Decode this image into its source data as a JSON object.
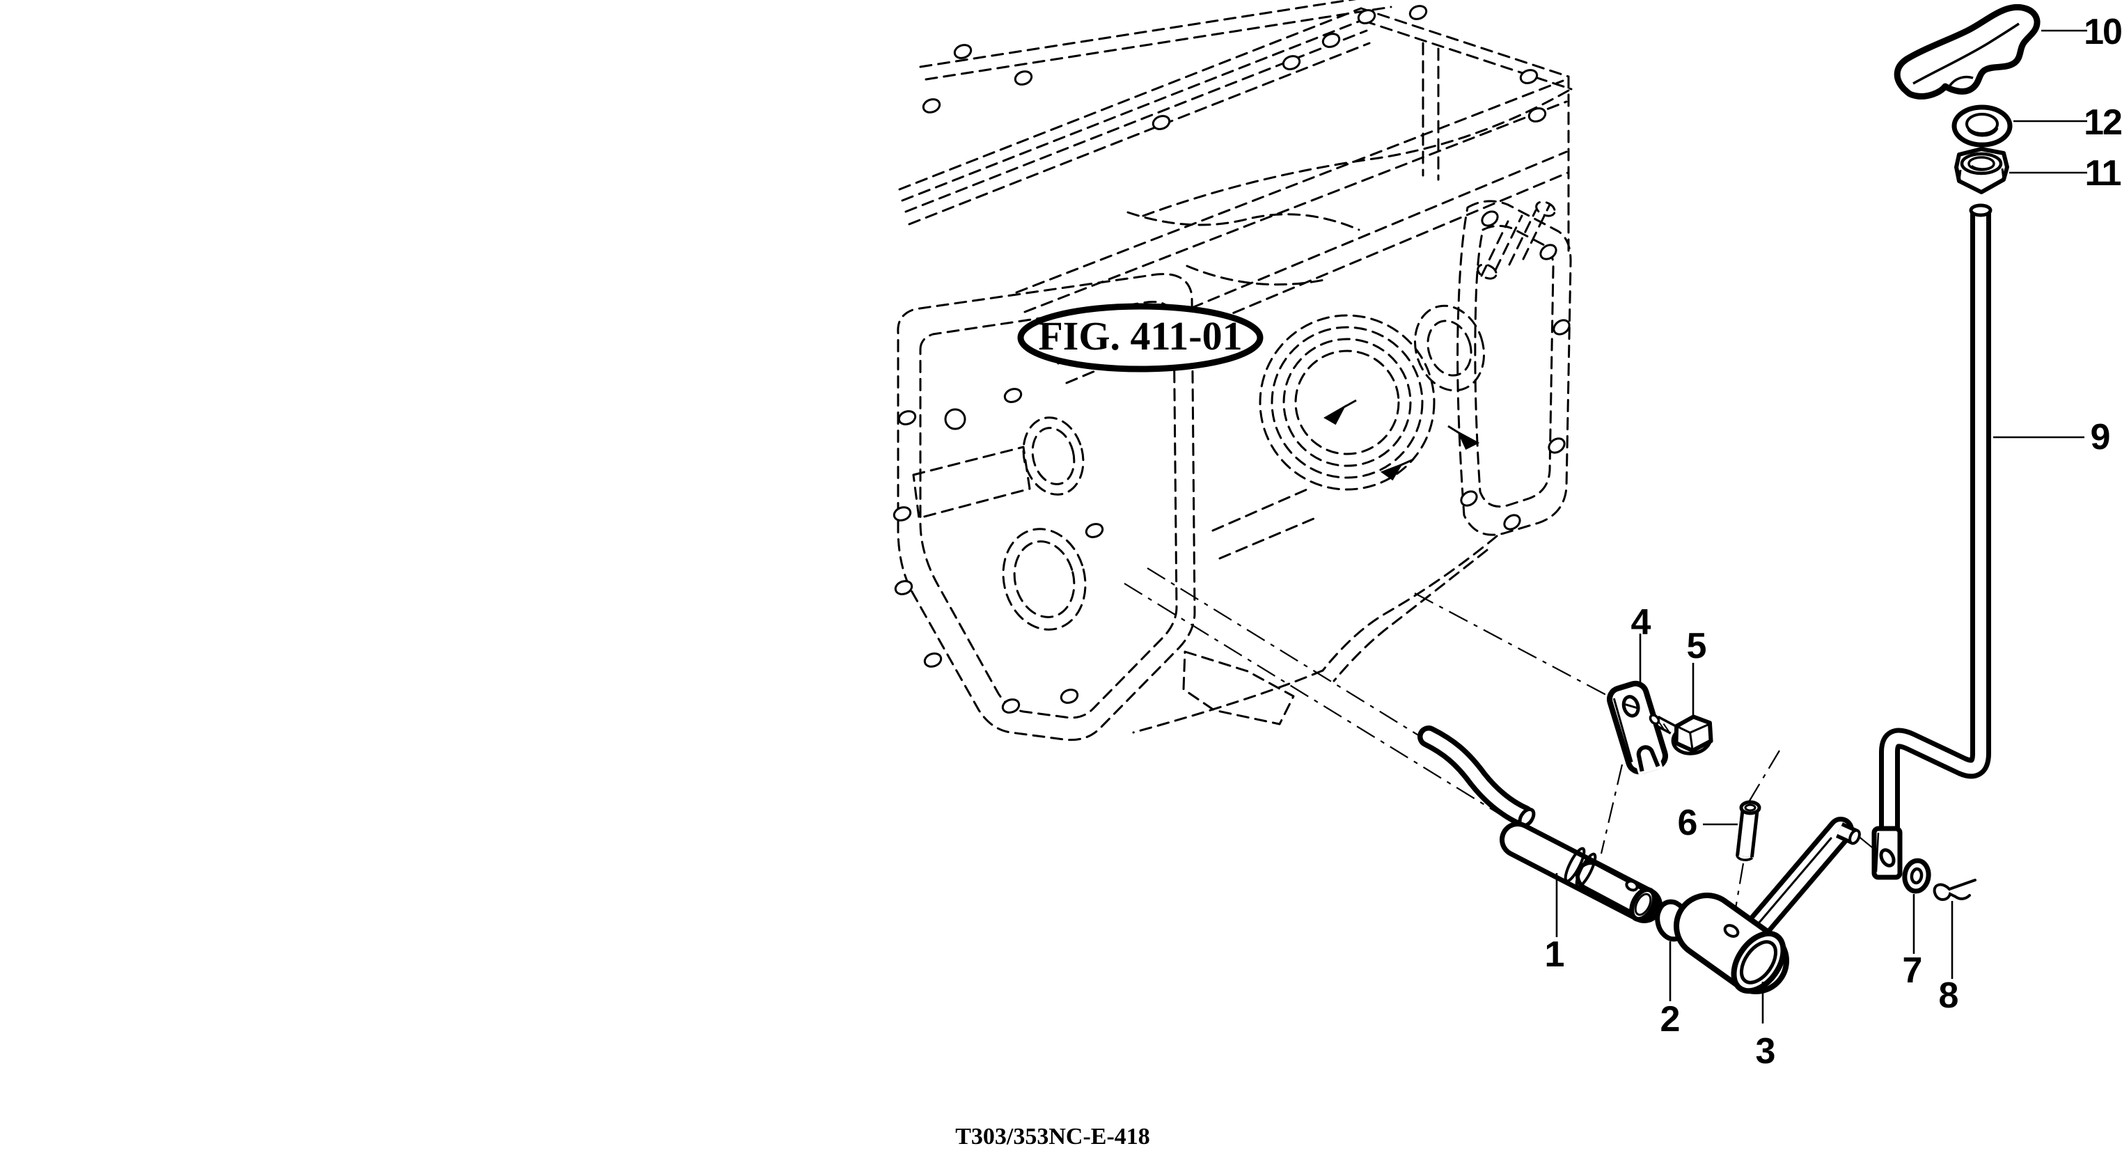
{
  "figure": {
    "label": "FIG. 411-01"
  },
  "drawing_code": "T303/353NC-E-418",
  "callouts": [
    {
      "number": "1"
    },
    {
      "number": "2"
    },
    {
      "number": "3"
    },
    {
      "number": "4"
    },
    {
      "number": "5"
    },
    {
      "number": "6"
    },
    {
      "number": "7"
    },
    {
      "number": "8"
    },
    {
      "number": "9"
    },
    {
      "number": "10"
    },
    {
      "number": "11"
    },
    {
      "number": "12"
    }
  ],
  "colors": {
    "ink": "#000000",
    "paper": "#ffffff"
  }
}
